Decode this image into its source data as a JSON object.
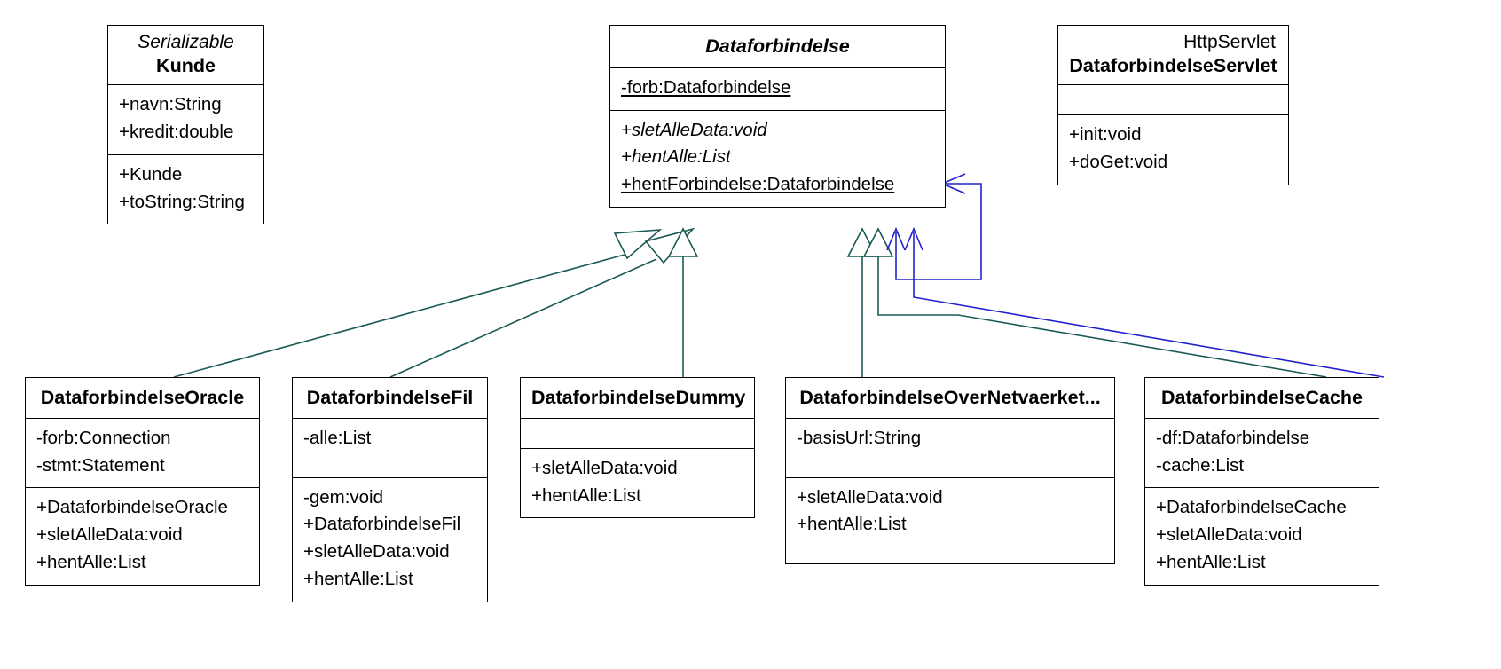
{
  "diagram": {
    "title": "Dataforbindelse UML class diagram",
    "colors": {
      "box_border": "#000000",
      "text": "#000000",
      "background": "#ffffff",
      "inheritance_line": "#1a5a56",
      "association_line": "#2222cc"
    }
  },
  "classes": [
    {
      "id": "kunde",
      "stereotype": "Serializable",
      "stereotype_italic": true,
      "name": "Kunde",
      "abstract": false,
      "attributes": [
        "+navn:String",
        "+kredit:double"
      ],
      "operations": [
        "+Kunde",
        "+toString:String"
      ]
    },
    {
      "id": "dataforbindelse",
      "stereotype": "",
      "name": "Dataforbindelse",
      "abstract": true,
      "attributes": [
        "-forb:Dataforbindelse"
      ],
      "attribute_styles": [
        "static"
      ],
      "operations": [
        "+sletAlleData:void",
        "+hentAlle:List",
        "+hentForbindelse:Dataforbindelse"
      ],
      "operation_styles": [
        "italic",
        "italic",
        "static"
      ]
    },
    {
      "id": "servlet",
      "stereotype": "HttpServlet",
      "stereotype_italic": false,
      "name": "DataforbindelseServlet",
      "abstract": false,
      "attributes": [],
      "operations": [
        "+init:void",
        "+doGet:void"
      ]
    },
    {
      "id": "oracle",
      "stereotype": "",
      "name": "DataforbindelseOracle",
      "abstract": false,
      "attributes": [
        "-forb:Connection",
        "-stmt:Statement"
      ],
      "operations": [
        "+DataforbindelseOracle",
        "+sletAlleData:void",
        "+hentAlle:List"
      ]
    },
    {
      "id": "fil",
      "stereotype": "",
      "name": "DataforbindelseFil",
      "abstract": false,
      "attributes": [
        "-alle:List"
      ],
      "operations": [
        "-gem:void",
        "+DataforbindelseFil",
        "+sletAlleData:void",
        "+hentAlle:List"
      ]
    },
    {
      "id": "dummy",
      "stereotype": "",
      "name": "DataforbindelseDummy",
      "abstract": false,
      "attributes": [],
      "operations": [
        "+sletAlleData:void",
        "+hentAlle:List"
      ]
    },
    {
      "id": "netvaerket",
      "stereotype": "",
      "name": "DataforbindelseOverNetvaerket...",
      "abstract": false,
      "attributes": [
        "-basisUrl:String"
      ],
      "operations": [
        "+sletAlleData:void",
        "+hentAlle:List"
      ]
    },
    {
      "id": "cache",
      "stereotype": "",
      "name": "DataforbindelseCache",
      "abstract": false,
      "attributes": [
        "-df:Dataforbindelse",
        "-cache:List"
      ],
      "operations": [
        "+DataforbindelseCache",
        "+sletAlleData:void",
        "+hentAlle:List"
      ]
    }
  ],
  "relationships": [
    {
      "kind": "generalization",
      "from": "oracle",
      "to": "dataforbindelse"
    },
    {
      "kind": "generalization",
      "from": "fil",
      "to": "dataforbindelse"
    },
    {
      "kind": "generalization",
      "from": "dummy",
      "to": "dataforbindelse"
    },
    {
      "kind": "generalization",
      "from": "netvaerket",
      "to": "dataforbindelse"
    },
    {
      "kind": "generalization",
      "from": "cache",
      "to": "dataforbindelse"
    },
    {
      "kind": "association",
      "from": "dataforbindelse",
      "to": "dataforbindelse"
    },
    {
      "kind": "association",
      "from": "cache",
      "to": "dataforbindelse"
    }
  ]
}
